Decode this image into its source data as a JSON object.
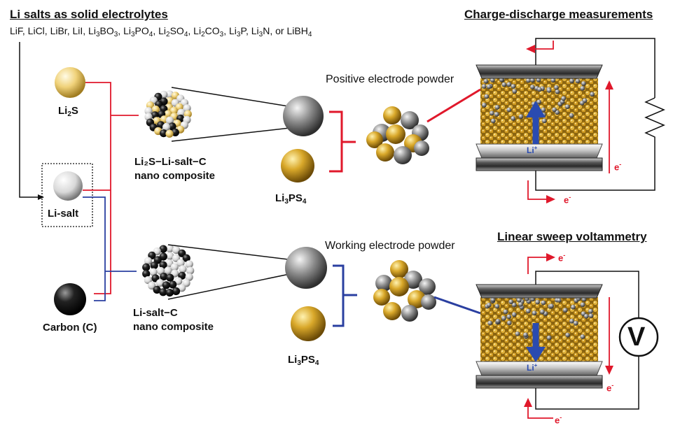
{
  "title": {
    "li_salts": "Li salts as solid electrolytes",
    "charge_discharge": "Charge-discharge measurements",
    "lsv": "Linear sweep voltammetry"
  },
  "salt_list": {
    "p1": "LiF, LiCl, LiBr, LiI, Li",
    "s1": "3",
    "p2": "BO",
    "s2": "3",
    "p3": ", Li",
    "s3": "3",
    "p4": "PO",
    "s4": "4",
    "p5": ", Li",
    "s5": "2",
    "p6": "SO",
    "s6": "4",
    "p7": ", Li",
    "s7": "2",
    "p8": "CO",
    "s8": "3",
    "p9": ", Li",
    "s9": "3",
    "p10": "P, Li",
    "s10": "3",
    "p11": "N, or LiBH",
    "s11": "4"
  },
  "materials": {
    "li2s_a": "Li",
    "li2s_sub": "2",
    "li2s_b": "S",
    "li_salt": "Li-salt",
    "carbon": "Carbon (C)"
  },
  "composites": {
    "top_line1": "Li₂S−Li-salt−C",
    "top_line2": "nano composite",
    "bottom_line1": "Li-salt−C",
    "bottom_line2": "nano composite"
  },
  "electrolyte": {
    "a": "Li",
    "sub1": "3",
    "b": "PS",
    "sub2": "4"
  },
  "powders": {
    "positive": "Positive electrode powder",
    "working": "Working electrode powder"
  },
  "cell": {
    "li_ion": "Li",
    "li_charge": "+",
    "electron": "e",
    "electron_charge": "-",
    "voltmeter": "V"
  },
  "colors": {
    "red": "#e0182b",
    "blue": "#2a3fa0",
    "gold": "#d9a82a",
    "grey": "#8a8a8a"
  }
}
